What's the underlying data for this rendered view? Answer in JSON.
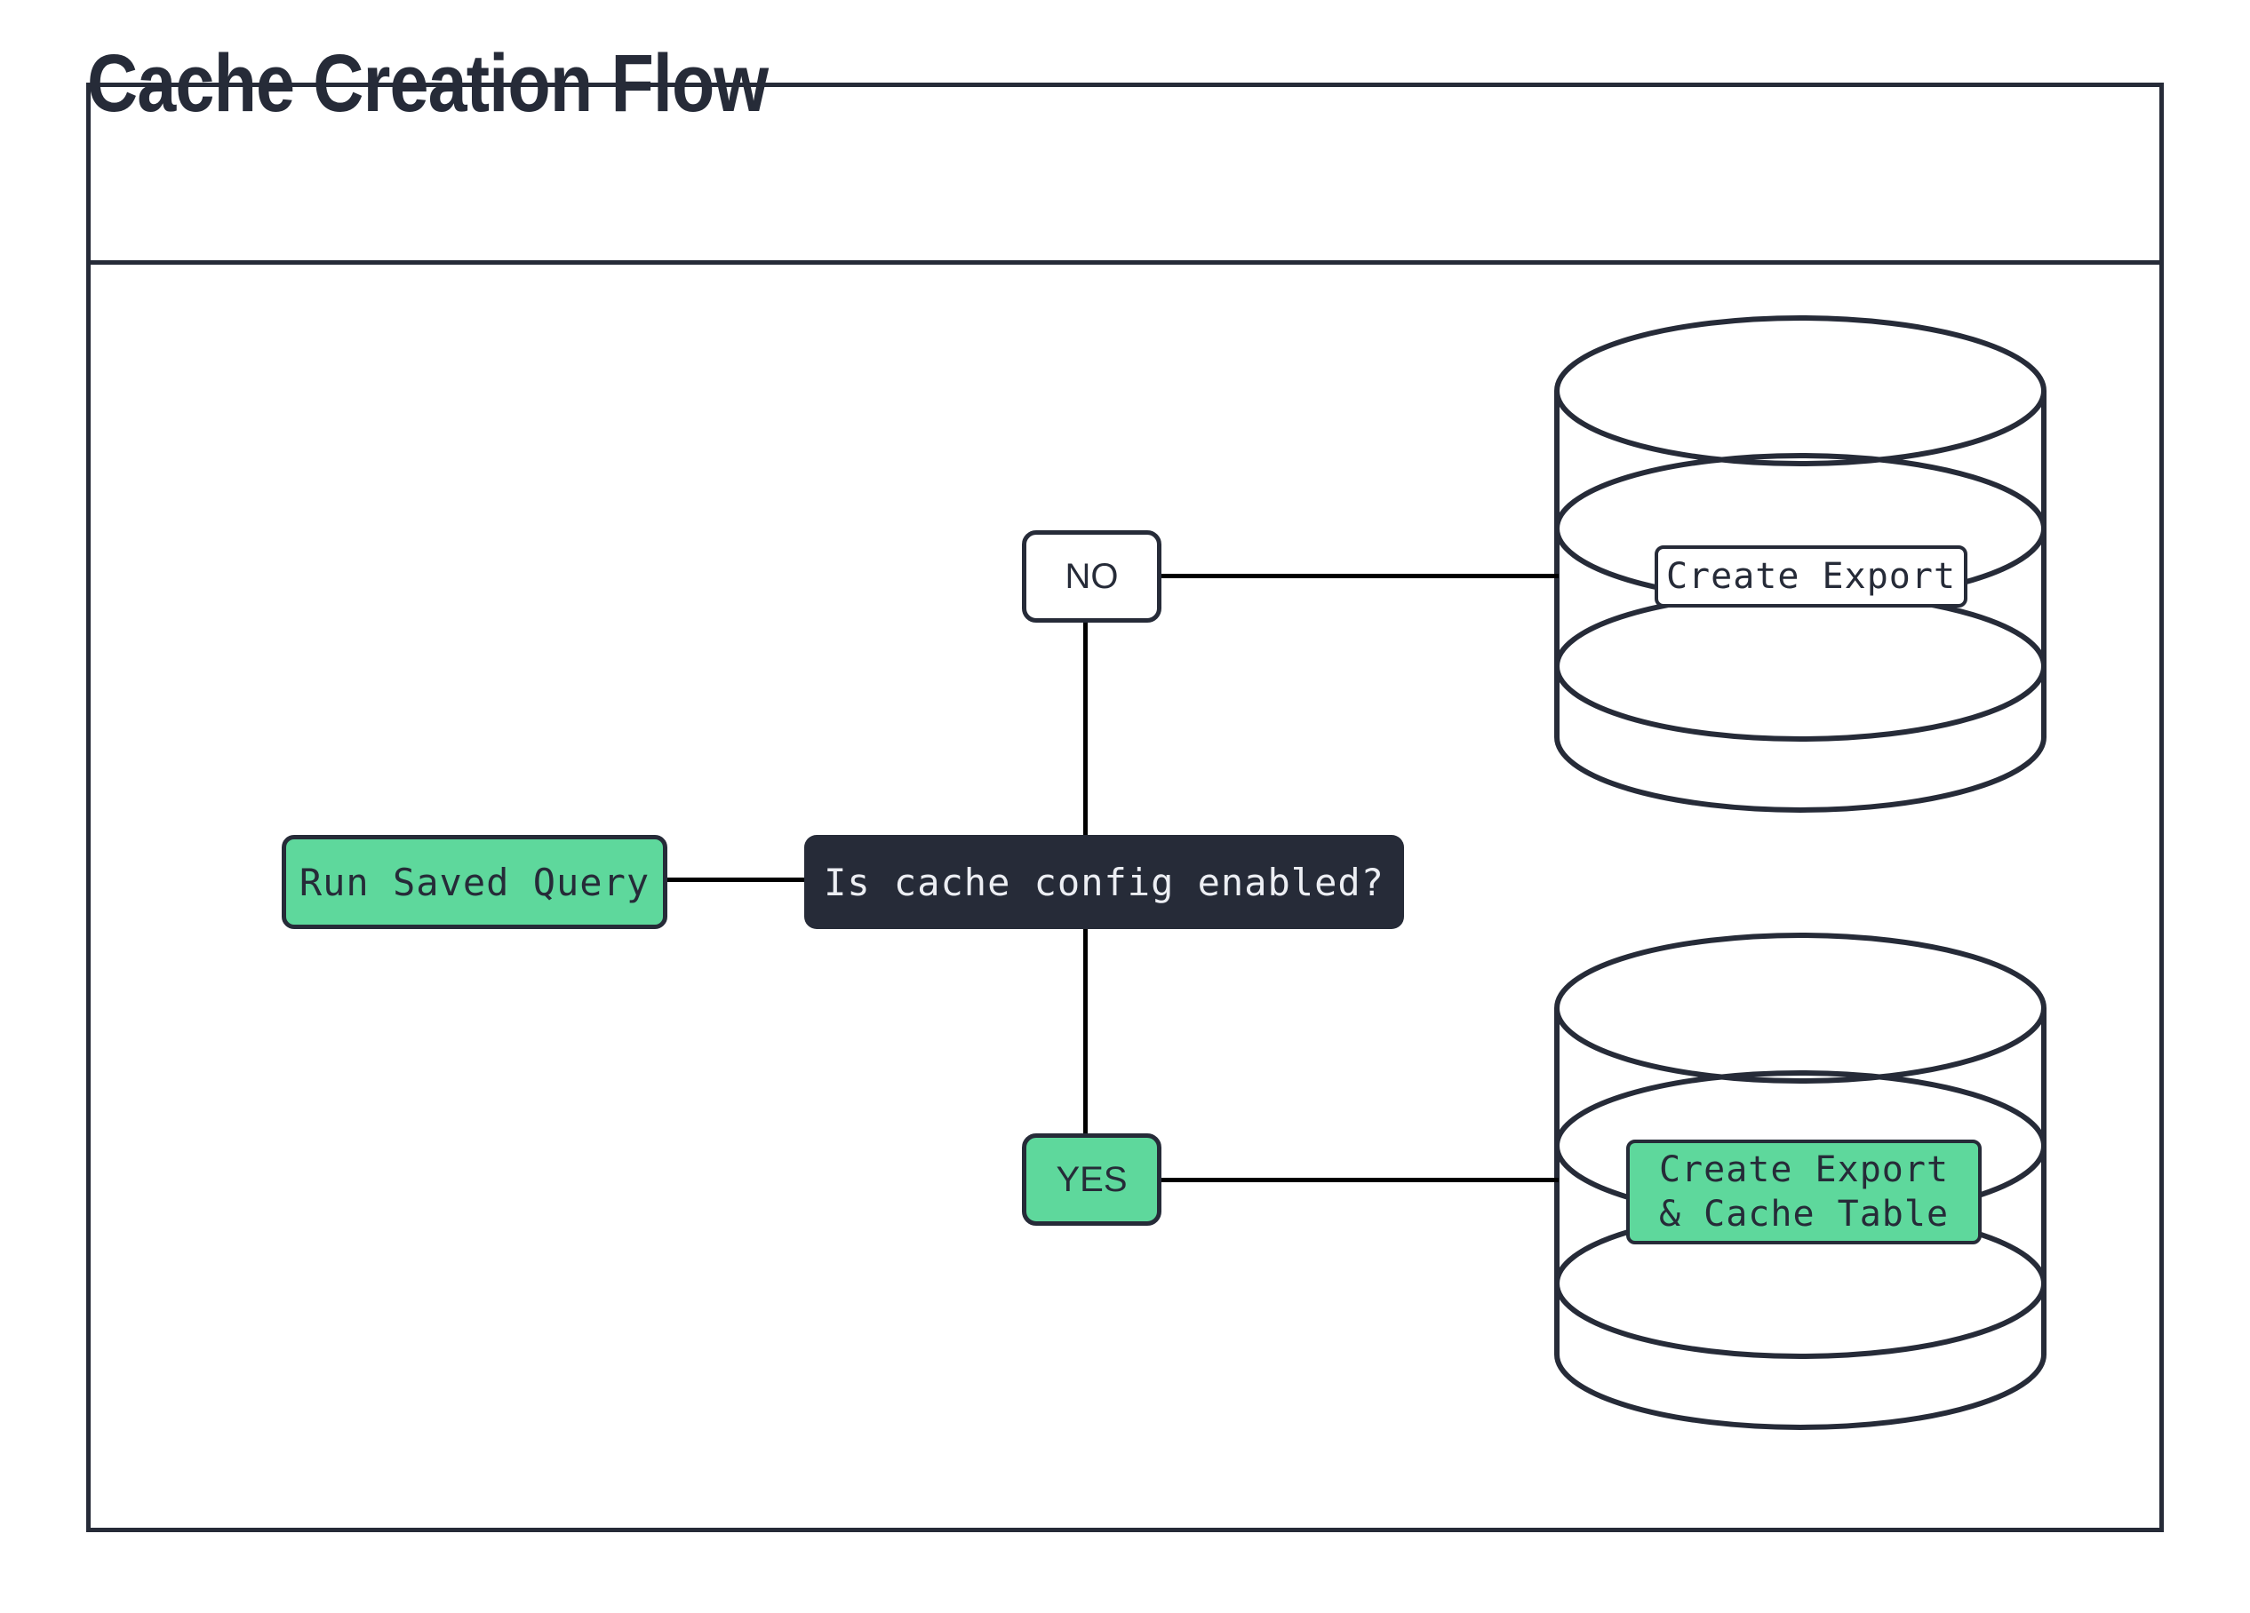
{
  "diagram": {
    "title": "Cache Creation Flow",
    "type": "flowchart",
    "colors": {
      "frame_border": "#262b38",
      "node_dark": "#262b38",
      "node_green": "#5ed89c",
      "node_white": "#ffffff",
      "text_dark": "#262b38",
      "text_light": "#eceef3",
      "edge": "#000000"
    },
    "nodes": {
      "start": {
        "label": "Run Saved Query",
        "shape": "rounded-rectangle",
        "fill": "#5ed89c"
      },
      "decision": {
        "label": "Is cache config enabled?",
        "shape": "rounded-rectangle",
        "fill": "#262b38"
      },
      "branch_no": {
        "label": "NO",
        "shape": "rounded-rectangle",
        "fill": "#ffffff"
      },
      "branch_yes": {
        "label": "YES",
        "shape": "rounded-rectangle",
        "fill": "#5ed89c"
      },
      "store_export": {
        "label": "Create Export",
        "shape": "database-cylinder",
        "fill": "#ffffff"
      },
      "store_export_cache": {
        "label": "Create Export\n& Cache Table",
        "shape": "database-cylinder",
        "fill": "#5ed89c"
      }
    },
    "edges": [
      {
        "from": "start",
        "to": "decision",
        "label": ""
      },
      {
        "from": "decision",
        "to": "branch_no",
        "label": ""
      },
      {
        "from": "decision",
        "to": "branch_yes",
        "label": ""
      },
      {
        "from": "branch_no",
        "to": "store_export",
        "label": ""
      },
      {
        "from": "branch_yes",
        "to": "store_export_cache",
        "label": ""
      }
    ]
  }
}
